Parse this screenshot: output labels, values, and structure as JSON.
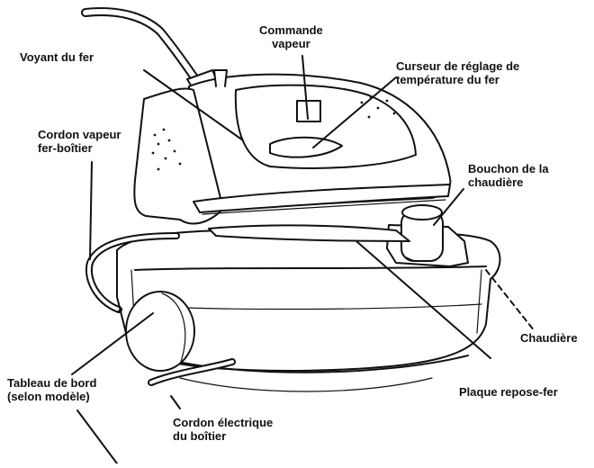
{
  "labels": {
    "commande_vapeur": [
      "Commande",
      "vapeur"
    ],
    "voyant_du_fer": [
      "Voyant du fer"
    ],
    "curseur": [
      "Curseur de réglage de",
      "température du fer"
    ],
    "cordon_vapeur": [
      "Cordon vapeur",
      "fer-boîtier"
    ],
    "bouchon": [
      "Bouchon de la",
      "chaudière"
    ],
    "chaudiere": [
      "Chaudière"
    ],
    "plaque": [
      "Plaque repose-fer"
    ],
    "tableau": [
      "Tableau de bord",
      "(selon modèle)"
    ],
    "cordon_electrique": [
      "Cordon électrique",
      "du boîtier"
    ]
  },
  "page_code": "02"
}
